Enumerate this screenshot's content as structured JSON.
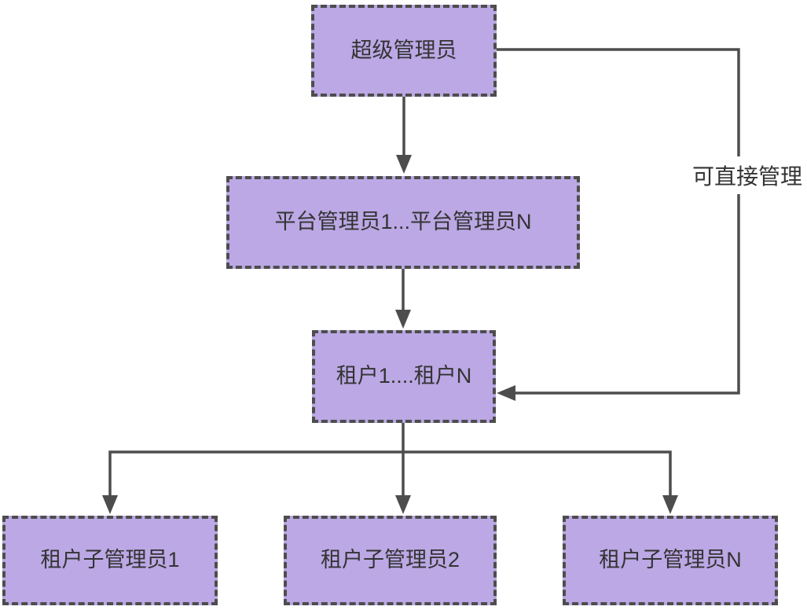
{
  "diagram": {
    "title_hint": "admin-hierarchy-flowchart",
    "colors": {
      "background": "#FFFFFF",
      "node_fill": "#BBA8E4",
      "node_border": "#4D4D4D",
      "edge": "#4D4D4D",
      "text": "#333333"
    },
    "nodes": {
      "super_admin": {
        "label": "超级管理员"
      },
      "platform_admins": {
        "label": "平台管理员1...平台管理员N"
      },
      "tenants": {
        "label": "租户1....租户N"
      },
      "tenant_sub_admin_1": {
        "label": "租户子管理员1"
      },
      "tenant_sub_admin_2": {
        "label": "租户子管理员2"
      },
      "tenant_sub_admin_n": {
        "label": "租户子管理员N"
      }
    },
    "edge_labels": {
      "direct_manage": "可直接管理"
    }
  }
}
